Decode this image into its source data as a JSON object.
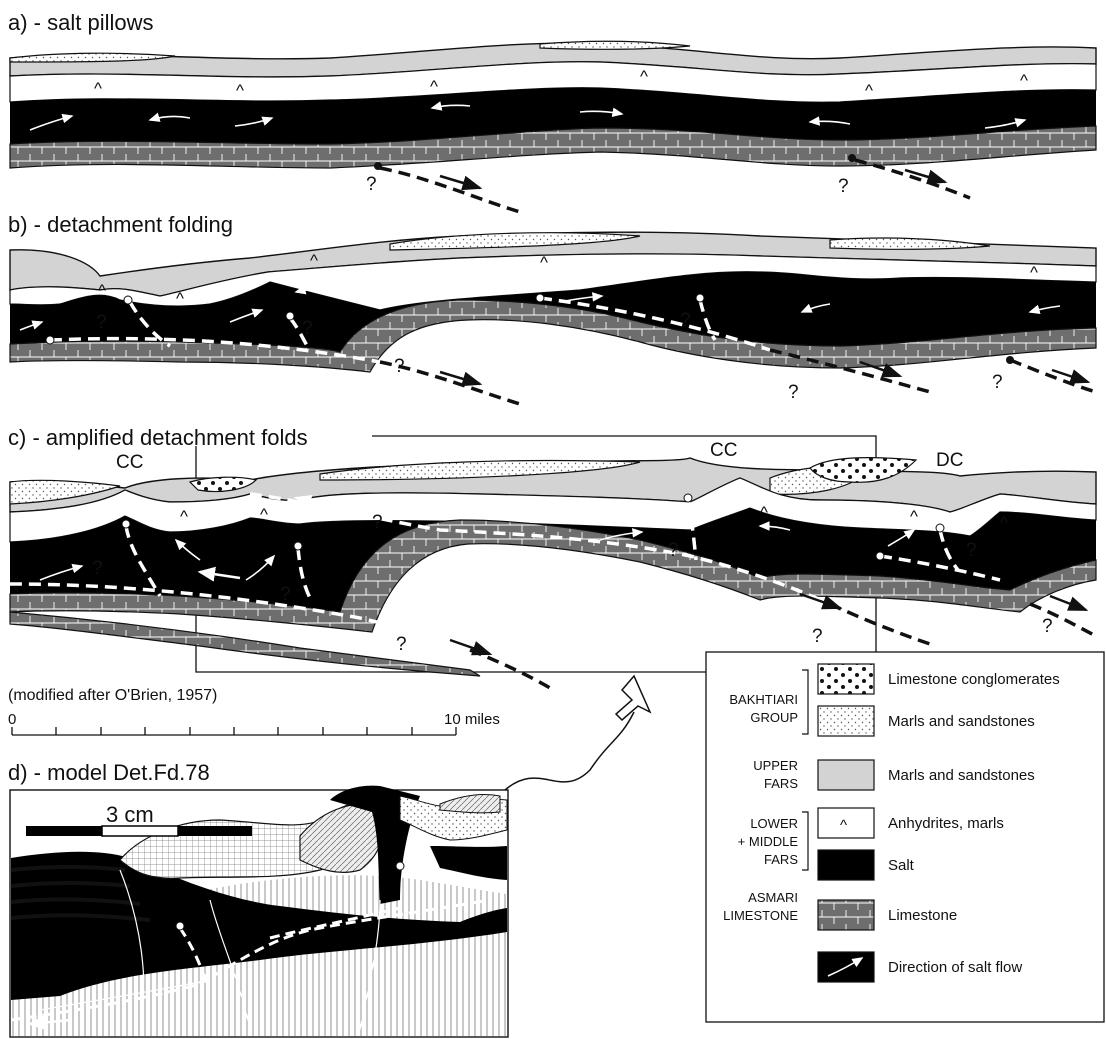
{
  "panels": {
    "a": "a) - salt pillows",
    "b": "b) - detachment folding",
    "c": "c) - amplified detachment folds",
    "d": "d) - model Det.Fd.78"
  },
  "crest_labels": {
    "cc1": "CC",
    "cc2": "CC",
    "dc": "DC"
  },
  "unknown_mark": "?",
  "anhydrite_mark": "^",
  "citation": "(modified after O'Brien, 1957)",
  "scale_bar": {
    "start": "0",
    "end": "10 miles"
  },
  "model_scale": "3 cm",
  "legend": {
    "groups": {
      "bakhtiari": [
        "BAKHTIARI",
        "GROUP"
      ],
      "upper_fars": [
        "UPPER",
        "FARS"
      ],
      "lower_middle_fars": [
        "LOWER",
        "+ MIDDLE",
        "FARS"
      ],
      "asmari": [
        "ASMARI",
        "LIMESTONE"
      ]
    },
    "items": [
      {
        "pattern": "conglomerate-dots",
        "label": "Limestone conglomerates"
      },
      {
        "pattern": "fine-stipple",
        "label": "Marls and sandstones"
      },
      {
        "pattern": "light-gray",
        "label": "Marls and sandstones"
      },
      {
        "pattern": "anhydrite-caret",
        "label": "Anhydrites, marls"
      },
      {
        "pattern": "solid-black",
        "label": "Salt"
      },
      {
        "pattern": "brick-gray",
        "label": "Limestone"
      },
      {
        "pattern": "black-arrow",
        "label": "Direction of salt flow"
      }
    ]
  },
  "colors": {
    "salt": "#000000",
    "upper_fars": "#d3d3d3",
    "limestone": "#6e6e6e",
    "line": "#111111"
  }
}
